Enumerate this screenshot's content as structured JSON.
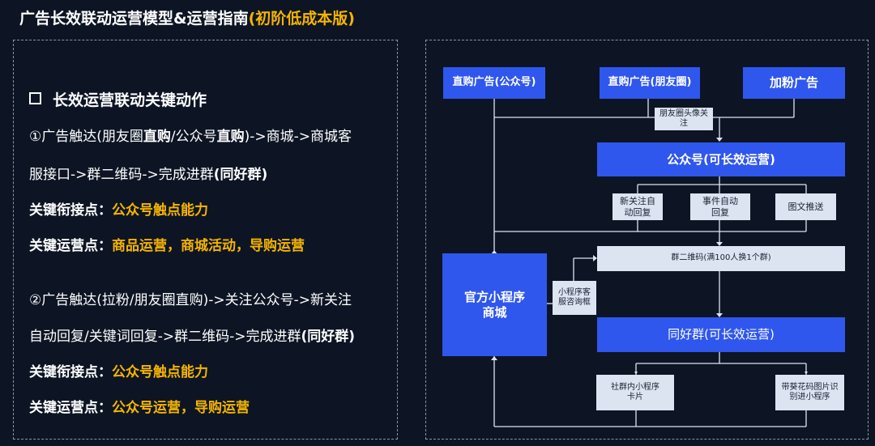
{
  "title": {
    "main": "广告长效联动运营模型&运营指南",
    "highlight": "(初阶低成本版)"
  },
  "left": {
    "heading": "长效运营联动关键动作",
    "flow1": {
      "l1_a": "①广告触达(朋友圈",
      "l1_b": "直购",
      "l1_c": "/公众号",
      "l1_d": "直购",
      "l1_e": ")->商城->商城客",
      "l2_a": "服接口->群二维码->完成进群",
      "l2_b": "(同好群)",
      "key1_label": "关键衔接点：",
      "key1_value": "公众号触点能力",
      "key2_label": "关键运营点：",
      "key2_value": "商品运营，商城活动，导购运营"
    },
    "flow2": {
      "l1": "②广告触达(拉粉/朋友圈直购)->关注公众号->新关注",
      "l2_a": "自动回复/关键词回复->群二维码->完成进群",
      "l2_b": "(同好群)",
      "key1_label": "关键衔接点：",
      "key1_value": "公众号触点能力",
      "key2_label": "关键运营点：",
      "key2_value": "公众号运营，导购运营"
    }
  },
  "diagram": {
    "ad_official": "直购广告(公众号)",
    "ad_moments": "直购广告(朋友圈)",
    "ad_fans": "加粉广告",
    "avatar_follow": "朋友圈头像关注",
    "official_account": "公众号(可长效运营)",
    "new_follow_reply": "新关注自动回复",
    "event_reply": "事件自动回复",
    "article_push": "图文推送",
    "mini_program_mall": "官方小程序商城",
    "group_qr": "群二维码(满100人换1个群)",
    "mp_service": "小程序客服咨询框",
    "interest_group": "同好群(可长效运营)",
    "community_card": "社群内小程序卡片",
    "sunflower_code": "带葵花码图片识别进小程序"
  }
}
